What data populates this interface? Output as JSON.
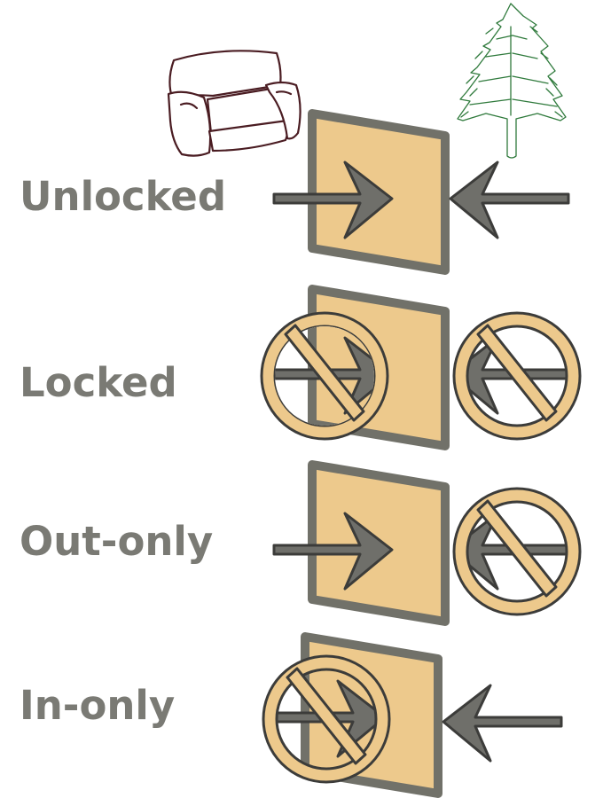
{
  "colors": {
    "door_fill": "#edc98c",
    "door_frame": "#717169",
    "arrow_fill": "#6f6f6a",
    "arrow_outline": "#3c3c3a",
    "no_sign_fill": "#edc98c",
    "no_sign_stroke": "#3c3c3a",
    "label": "#7a7a74",
    "sofa_stroke": "#4a1c22",
    "tree_stroke": "#2f7a3c"
  },
  "icons": {
    "inside": "sofa-icon",
    "outside": "pine-tree-icon",
    "door": "door-panel-icon",
    "arrow": "arrow-icon",
    "blocked": "prohibition-sign-icon"
  },
  "modes": [
    {
      "label": "Unlocked",
      "outward_allowed": true,
      "inward_allowed": true
    },
    {
      "label": "Locked",
      "outward_allowed": false,
      "inward_allowed": false
    },
    {
      "label": "Out-only",
      "outward_allowed": true,
      "inward_allowed": false
    },
    {
      "label": "In-only",
      "outward_allowed": false,
      "inward_allowed": true
    }
  ]
}
